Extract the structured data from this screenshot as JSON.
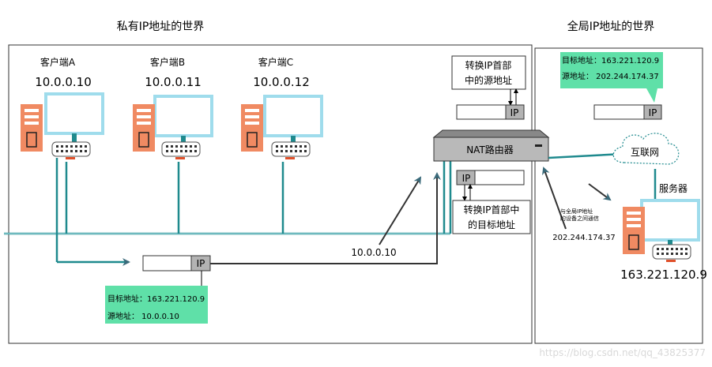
{
  "private_world": {
    "title": "私有IP地址的世界"
  },
  "global_world": {
    "title": "全局IP地址的世界"
  },
  "clients": [
    {
      "name": "客户端A",
      "ip": "10.0.0.10"
    },
    {
      "name": "客户端B",
      "ip": "10.0.0.11"
    },
    {
      "name": "客户端C",
      "ip": "10.0.0.12"
    }
  ],
  "router": {
    "label": "NAT路由器"
  },
  "notes": {
    "source_convert": [
      "转换IP首部",
      "中的源地址"
    ],
    "dest_convert": [
      "转换IP首部中",
      "的目标地址"
    ],
    "global_comm": [
      "与全局IP地址",
      "的设备之间通信"
    ]
  },
  "packet": {
    "ip_label": "IP"
  },
  "private_info": {
    "dest": "目标地址：163.221.120.9",
    "src": "源地址：  10.0.0.10"
  },
  "global_info": {
    "dest": "目标地址：163.221.120.9",
    "src": "源地址：  202.244.174.37"
  },
  "labels": {
    "path_ip": "10.0.0.10",
    "global_ip": "202.244.174.37",
    "internet": "互联网",
    "server": "服务器",
    "server_ip": "163.221.120.9"
  },
  "watermark": "https://blog.csdn.net/qq_43825377",
  "colors": {
    "wire": "#1f8a8e",
    "monitor": "#9fdcec",
    "tower": "#f08a62",
    "callout": "#5fe0a8",
    "packet_gray": "#b3b3b3",
    "arrow": "#333333"
  }
}
